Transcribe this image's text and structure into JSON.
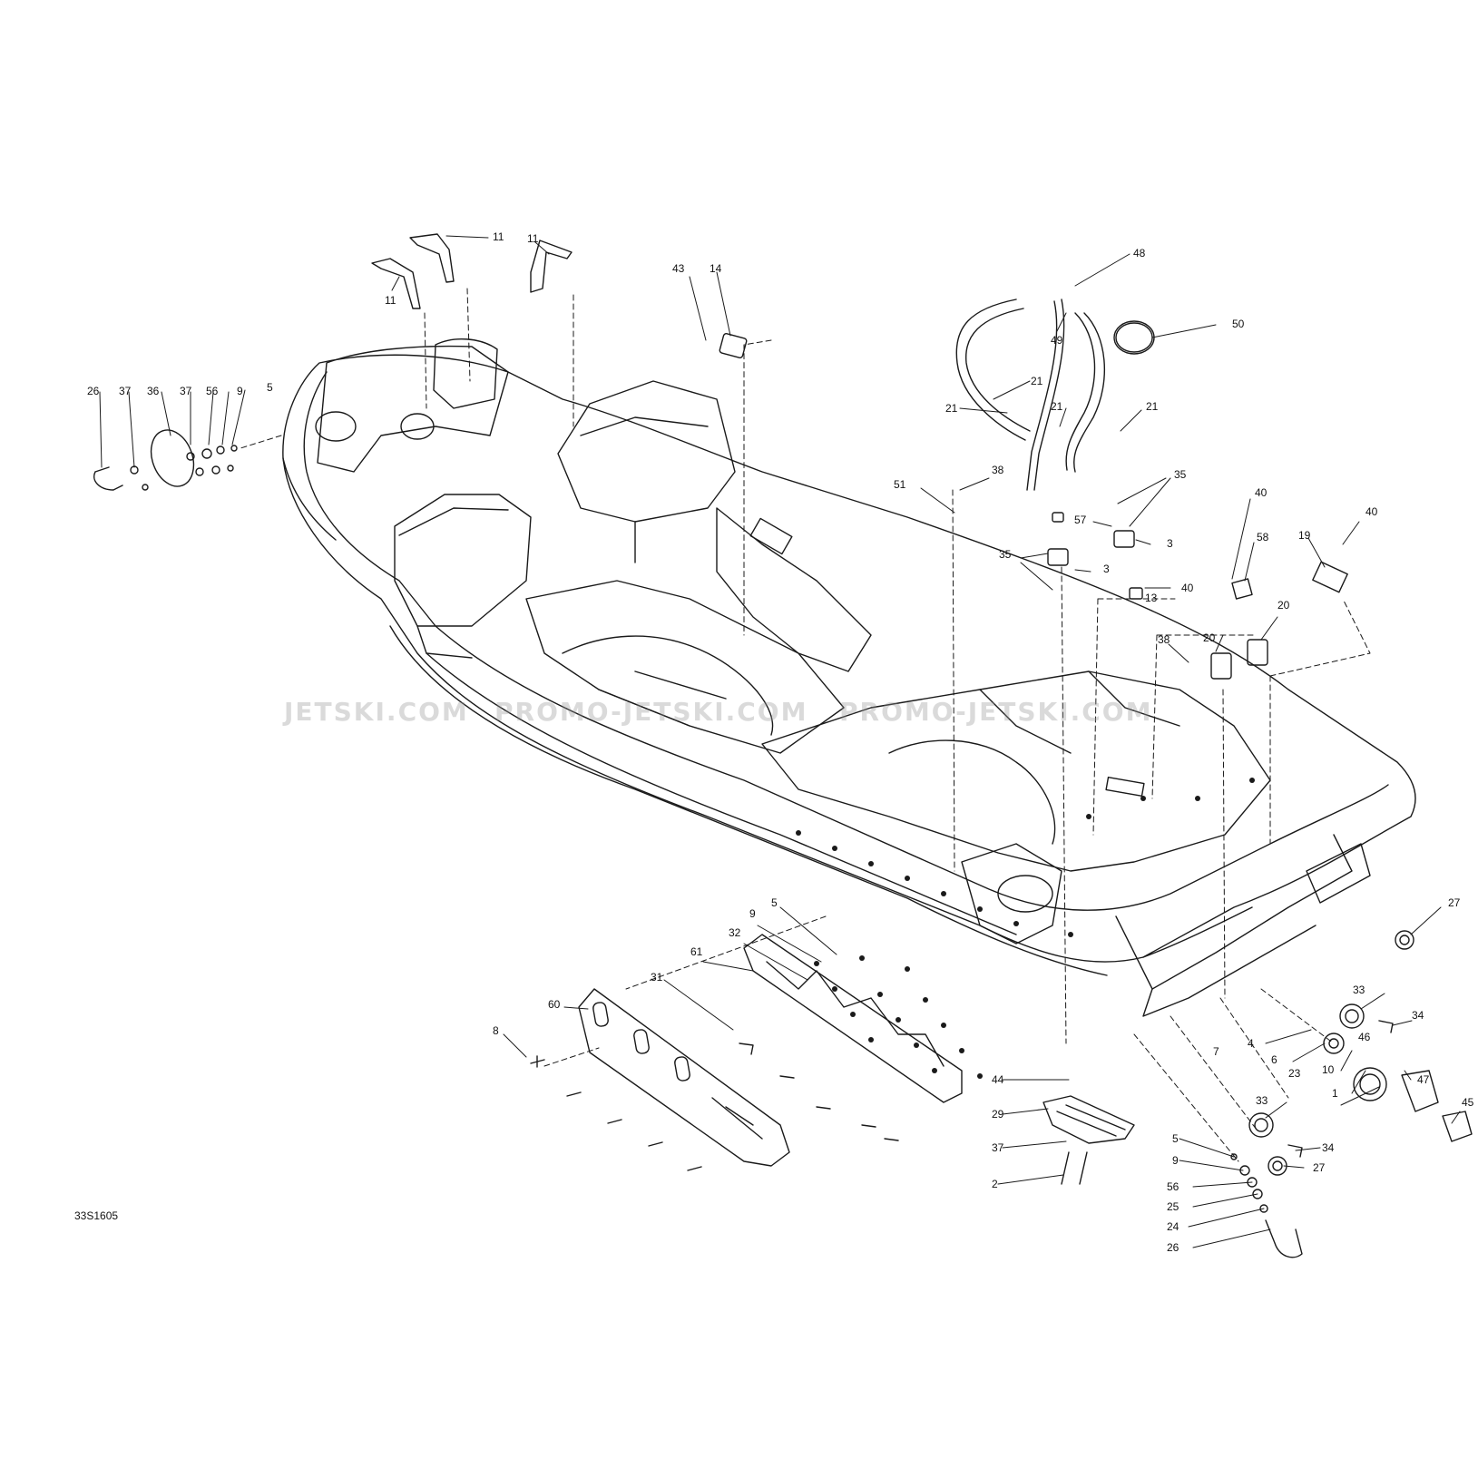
{
  "diagram": {
    "id_code": "33S1605",
    "watermark_parts": [
      "JETSKI.COM",
      "PROMO-JETSKI.COM",
      "PROMO-JETSKI.COM"
    ]
  },
  "callouts": [
    {
      "label": "11"
    },
    {
      "label": "11"
    },
    {
      "label": "11"
    },
    {
      "label": "43"
    },
    {
      "label": "14"
    },
    {
      "label": "48"
    },
    {
      "label": "49"
    },
    {
      "label": "50"
    },
    {
      "label": "21"
    },
    {
      "label": "21"
    },
    {
      "label": "21"
    },
    {
      "label": "21"
    },
    {
      "label": "26"
    },
    {
      "label": "37"
    },
    {
      "label": "36"
    },
    {
      "label": "37"
    },
    {
      "label": "56"
    },
    {
      "label": "9"
    },
    {
      "label": "5"
    },
    {
      "label": "51"
    },
    {
      "label": "38"
    },
    {
      "label": "35"
    },
    {
      "label": "57"
    },
    {
      "label": "3"
    },
    {
      "label": "35"
    },
    {
      "label": "3"
    },
    {
      "label": "13"
    },
    {
      "label": "40"
    },
    {
      "label": "40"
    },
    {
      "label": "58"
    },
    {
      "label": "19"
    },
    {
      "label": "40"
    },
    {
      "label": "38"
    },
    {
      "label": "20"
    },
    {
      "label": "20"
    },
    {
      "label": "27"
    },
    {
      "label": "5"
    },
    {
      "label": "9"
    },
    {
      "label": "32"
    },
    {
      "label": "61"
    },
    {
      "label": "31"
    },
    {
      "label": "60"
    },
    {
      "label": "8"
    },
    {
      "label": "33"
    },
    {
      "label": "34"
    },
    {
      "label": "4"
    },
    {
      "label": "6"
    },
    {
      "label": "7"
    },
    {
      "label": "23"
    },
    {
      "label": "10"
    },
    {
      "label": "1"
    },
    {
      "label": "46"
    },
    {
      "label": "47"
    },
    {
      "label": "45"
    },
    {
      "label": "44"
    },
    {
      "label": "29"
    },
    {
      "label": "37"
    },
    {
      "label": "2"
    },
    {
      "label": "33"
    },
    {
      "label": "34"
    },
    {
      "label": "27"
    },
    {
      "label": "5"
    },
    {
      "label": "9"
    },
    {
      "label": "56"
    },
    {
      "label": "25"
    },
    {
      "label": "24"
    },
    {
      "label": "26"
    }
  ],
  "colors": {
    "line": "#1a1a1a",
    "watermark": "#9a9a9a",
    "background": "#ffffff"
  }
}
